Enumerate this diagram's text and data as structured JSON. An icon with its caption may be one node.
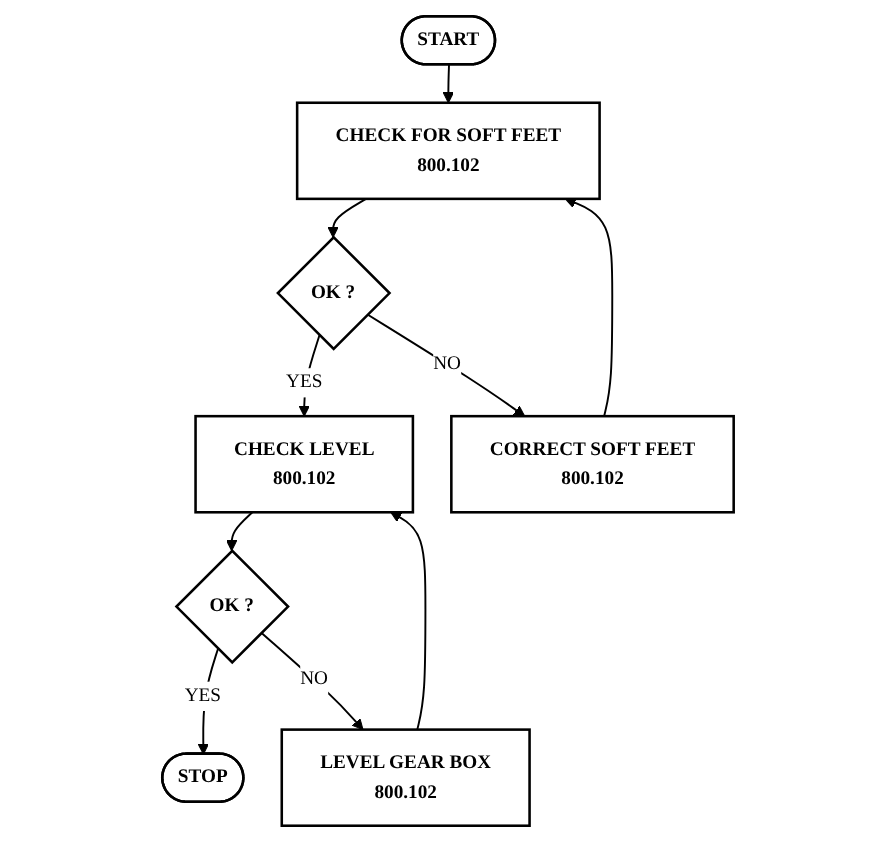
{
  "diagram": {
    "nodes": [
      {
        "text": [
          "START"
        ]
      },
      {
        "text": [
          "CHECK FOR SOFT FEET",
          "800.102"
        ]
      },
      {
        "text": [
          "OK ?"
        ]
      },
      {
        "text": [
          "CORRECT SOFT FEET",
          "800.102"
        ]
      },
      {
        "text": [
          "CHECK LEVEL",
          "800.102"
        ]
      },
      {
        "text": [
          "OK ?"
        ]
      },
      {
        "text": [
          "LEVEL GEAR BOX",
          "800.102"
        ]
      },
      {
        "text": [
          "STOP"
        ]
      }
    ],
    "edges": [
      {
        "from": 0,
        "to": 1,
        "arrow": "to"
      },
      {
        "from": 1,
        "to": 2,
        "arrow": "to"
      },
      {
        "from": 2,
        "to": 4,
        "label": "YES",
        "arrow": "to"
      },
      {
        "from": 2,
        "to": 3,
        "label": "NO",
        "arrow": "to"
      },
      {
        "from": 3,
        "to": 1,
        "arrow": "to"
      },
      {
        "from": 4,
        "to": 5,
        "arrow": "to"
      },
      {
        "from": 5,
        "to": 7,
        "label": "YES",
        "arrow": "to"
      },
      {
        "from": 5,
        "to": 6,
        "label": "NO",
        "arrow": "to"
      },
      {
        "from": 6,
        "to": 4,
        "arrow": "to"
      }
    ]
  }
}
